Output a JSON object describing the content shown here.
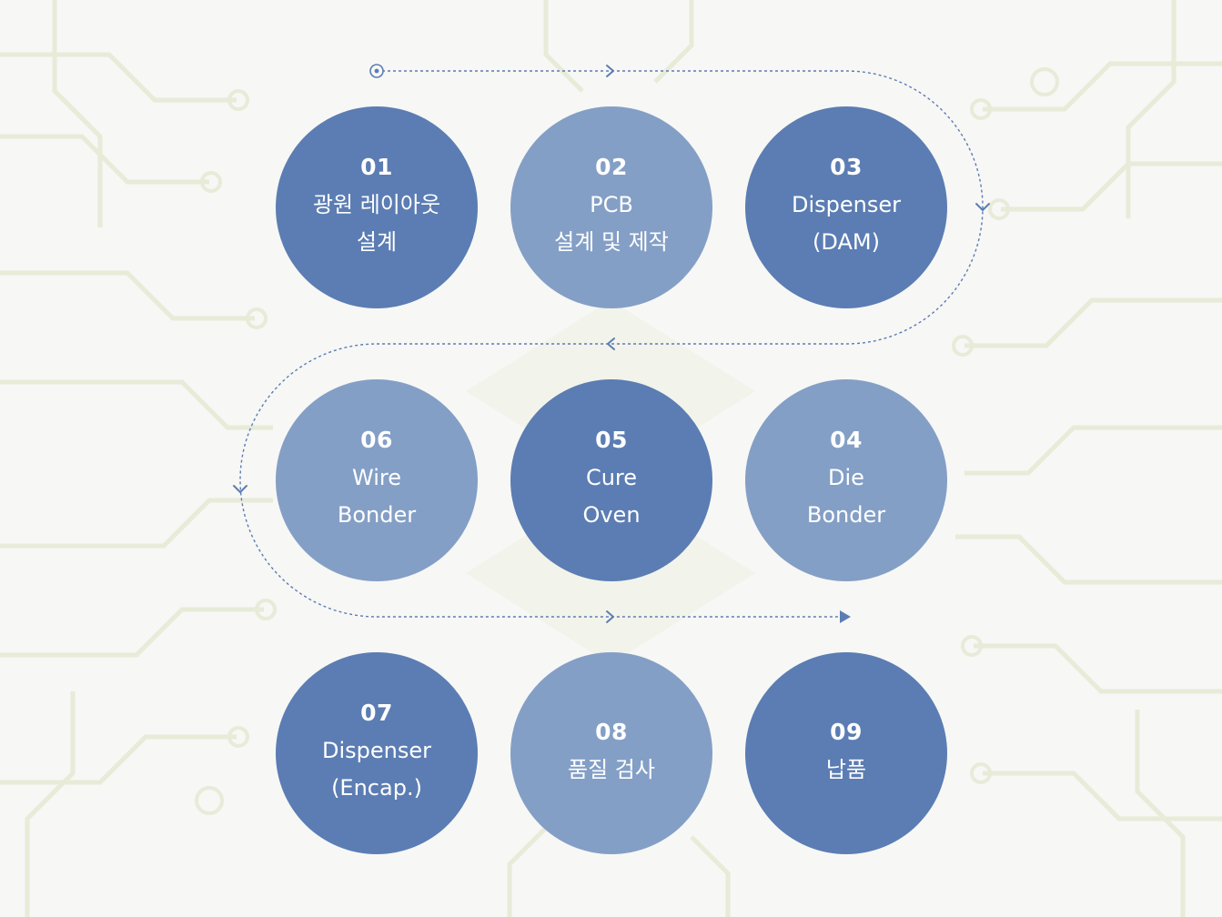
{
  "steps": [
    {
      "num": "01",
      "line1": "광원 레이아웃",
      "line2": "설계",
      "tone": "dark"
    },
    {
      "num": "02",
      "line1": "PCB",
      "line2": "설계 및 제작",
      "tone": "light"
    },
    {
      "num": "03",
      "line1": "Dispenser",
      "line2": "(DAM)",
      "tone": "dark"
    },
    {
      "num": "04",
      "line1": "Die",
      "line2": "Bonder",
      "tone": "light"
    },
    {
      "num": "05",
      "line1": "Cure",
      "line2": "Oven",
      "tone": "dark"
    },
    {
      "num": "06",
      "line1": "Wire",
      "line2": "Bonder",
      "tone": "light"
    },
    {
      "num": "07",
      "line1": "Dispenser",
      "line2": "(Encap.)",
      "tone": "dark"
    },
    {
      "num": "08",
      "line1": "품질 검사",
      "line2": "",
      "tone": "light"
    },
    {
      "num": "09",
      "line1": "납품",
      "line2": "",
      "tone": "dark"
    }
  ],
  "colors": {
    "dark_circle": "#5b7db3",
    "light_circle": "#849fc6",
    "flow_line": "#5b7db3",
    "background": "#f7f7f5",
    "circuit_pattern": "#e6ead6"
  }
}
